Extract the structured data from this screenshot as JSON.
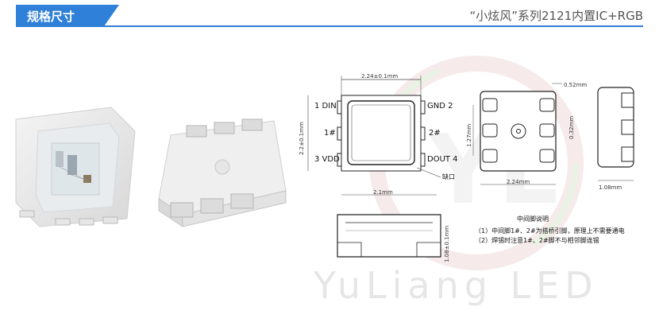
{
  "header": {
    "section_title": "规格尺寸",
    "product_title": "“小炫风”系列2121内置IC+RGB"
  },
  "watermark": "YuLiang LED",
  "logo_text": "YL",
  "colors": {
    "accent": "#2f80d8"
  },
  "drawing": {
    "top_dim": "2.24±0.1mm",
    "side_dim": "2.2±0.1mm",
    "pins_left": [
      "1 DIN",
      "1#",
      "3 VDD"
    ],
    "pins_right": [
      "GND 2",
      "2#",
      "DOUT 4"
    ],
    "notch_label": "缺口",
    "pad_dims": {
      "pad_width": "0.52mm",
      "pad_height": "0.32mm",
      "pitch": "1.27mm",
      "total": "2.24mm"
    },
    "side_view_dim": "1.08mm",
    "front_width": "2.1mm",
    "front_height": "1.08±0.1mm"
  },
  "notes": {
    "title": "中间脚说明",
    "lines": [
      "（1）中间脚1#、2#为搭桥引脚，原理上不需要通电",
      "（2）焊锡时注意1#、2#脚不与相邻脚连锡"
    ]
  }
}
